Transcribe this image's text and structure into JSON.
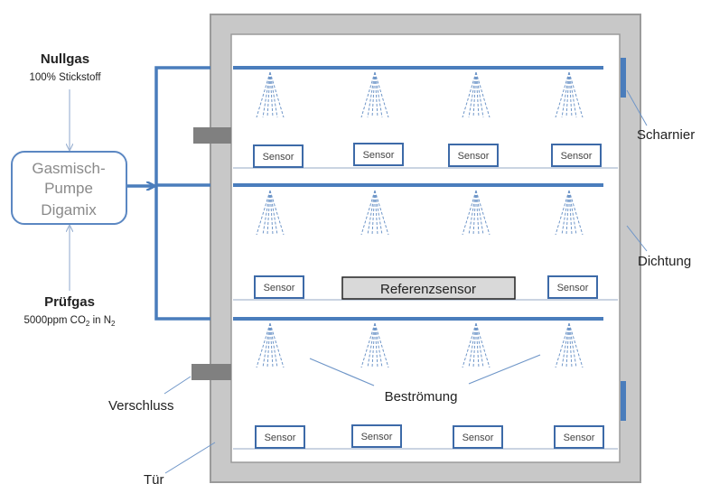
{
  "colors": {
    "pipe": "#4a7dbc",
    "spray": "#6f96c8",
    "wall": "#c8c8c8",
    "wall_border": "#9b9b9b",
    "interior": "#ffffff",
    "latch": "#808080",
    "sensor_border": "#3d6aa8",
    "pump_border": "#5b87c2",
    "shelf_line": "#b8c6d8",
    "thin_arrow": "#9fb5d4",
    "ref_fill": "#d9d9d9"
  },
  "inputs": {
    "nullgas": {
      "title": "Nullgas",
      "subtitle": "100% Stickstoff"
    },
    "pruefgas": {
      "title": "Prüfgas",
      "subtitle_main": "5000ppm CO",
      "subtitle_sub1": "2",
      "subtitle_mid": " in N",
      "subtitle_sub2": "2"
    }
  },
  "pump": {
    "line1": "Gasmisch-",
    "line2": "Pumpe",
    "line3": "Digamix"
  },
  "labels": {
    "hinge": "Scharnier",
    "seal": "Dichtung",
    "latch": "Verschluss",
    "flow": "Beströmung",
    "door": "Tür"
  },
  "sensor_label": "Sensor",
  "reference_sensor": "Referenzsensor",
  "icons": {
    "spray": "spray-nozzle-icon",
    "arrow": "arrow-icon"
  }
}
